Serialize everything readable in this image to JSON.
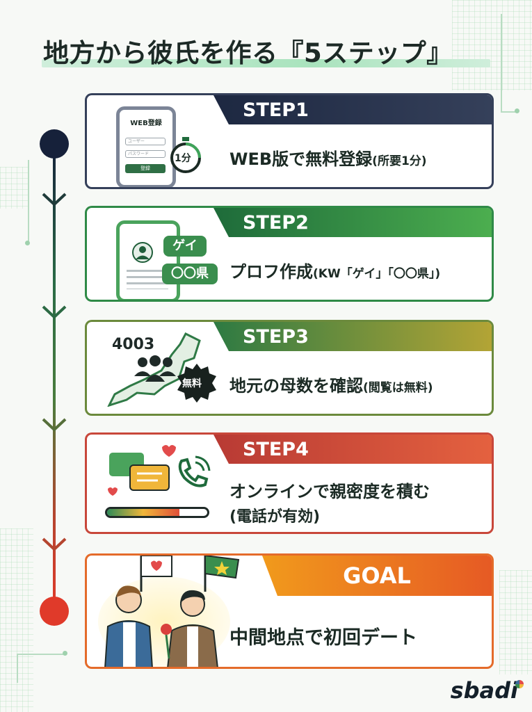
{
  "title": "地方から彼氏を作る『5ステップ』",
  "steps": [
    {
      "label": "STEP1",
      "text": "WEB版で無料登録",
      "note": "(所要1分)"
    },
    {
      "label": "STEP2",
      "text": "プロフ作成",
      "note": "(KW「ゲイ」「〇〇県」)"
    },
    {
      "label": "STEP3",
      "text": "地元の母数を確認",
      "note": "(閲覧は無料)"
    },
    {
      "label": "STEP4",
      "text": "オンラインで親密度を積む",
      "note": "(電話が有効)"
    },
    {
      "label": "GOAL",
      "text": "中間地点で初回デート",
      "note": ""
    }
  ],
  "illustrations": {
    "step1": {
      "phone_title": "WEB登録",
      "field1": "ユーザー",
      "field2": "パスワード",
      "button": "登録",
      "timer": "1分"
    },
    "step2": {
      "tag1": "ゲイ",
      "tag2": "〇〇県"
    },
    "step3": {
      "count": "4003",
      "badge": "無料"
    },
    "step4": {
      "progress": 0.72
    }
  },
  "brand": "sbadi",
  "colors": {
    "step1": "#35405a",
    "step2": "#2f8a47",
    "step3": "#6b8a3c",
    "step4": "#c8473a",
    "goal": "#e46b2a",
    "timeline_start": "#16213a",
    "timeline_end": "#e03a2a"
  }
}
